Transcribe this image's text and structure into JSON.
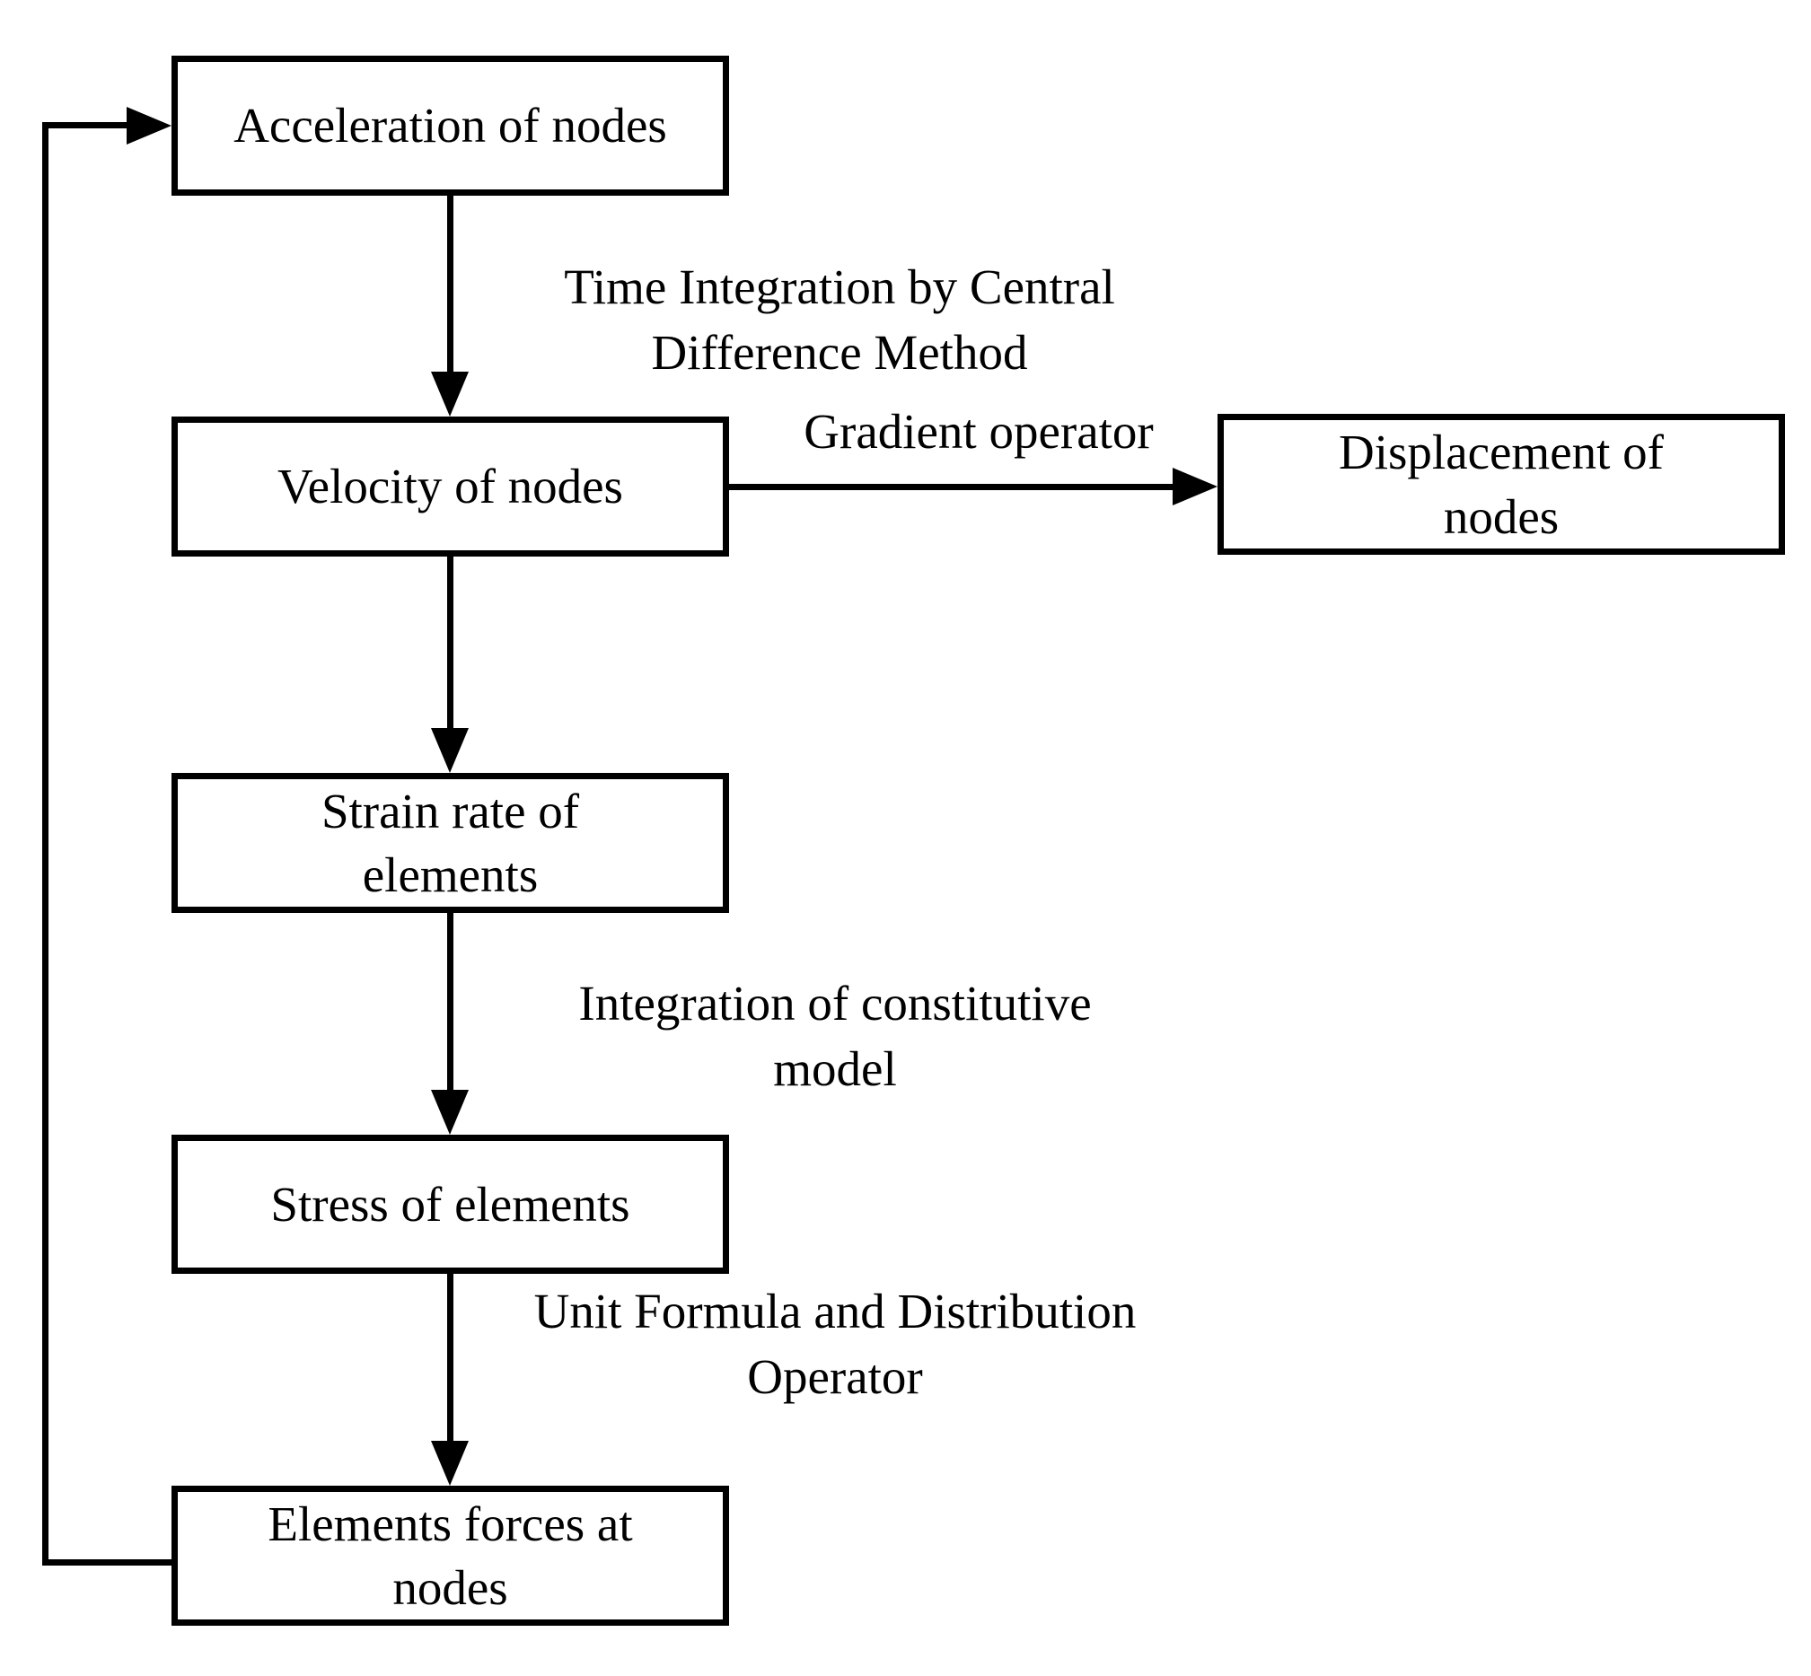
{
  "diagram": {
    "colors": {
      "background": "#ffffff",
      "line": "#000000",
      "box_fill": "#ffffff",
      "text": "#000000"
    },
    "nodes": [
      {
        "id": "acceleration-of-nodes",
        "label": "Acceleration of nodes"
      },
      {
        "id": "velocity-of-nodes",
        "label": "Velocity of nodes"
      },
      {
        "id": "displacement-of-nodes",
        "label": "Displacement of\nnodes"
      },
      {
        "id": "strain-rate-of-elements",
        "label": "Strain rate of\nelements"
      },
      {
        "id": "stress-of-elements",
        "label": "Stress of elements"
      },
      {
        "id": "elements-forces-at-nodes",
        "label": "Elements forces at\nnodes"
      }
    ],
    "edges": [
      {
        "from": "acceleration-of-nodes",
        "to": "velocity-of-nodes",
        "direction": "down",
        "label": "Time Integration by Central\nDifference Method"
      },
      {
        "from": "velocity-of-nodes",
        "to": "displacement-of-nodes",
        "direction": "right",
        "label": "Gradient operator"
      },
      {
        "from": "velocity-of-nodes",
        "to": "strain-rate-of-elements",
        "direction": "down",
        "label": ""
      },
      {
        "from": "strain-rate-of-elements",
        "to": "stress-of-elements",
        "direction": "down",
        "label": "Integration of constitutive\nmodel"
      },
      {
        "from": "stress-of-elements",
        "to": "elements-forces-at-nodes",
        "direction": "down",
        "label": "Unit Formula and Distribution\nOperator"
      },
      {
        "from": "elements-forces-at-nodes",
        "to": "acceleration-of-nodes",
        "direction": "loop-left-up",
        "label": ""
      }
    ]
  }
}
